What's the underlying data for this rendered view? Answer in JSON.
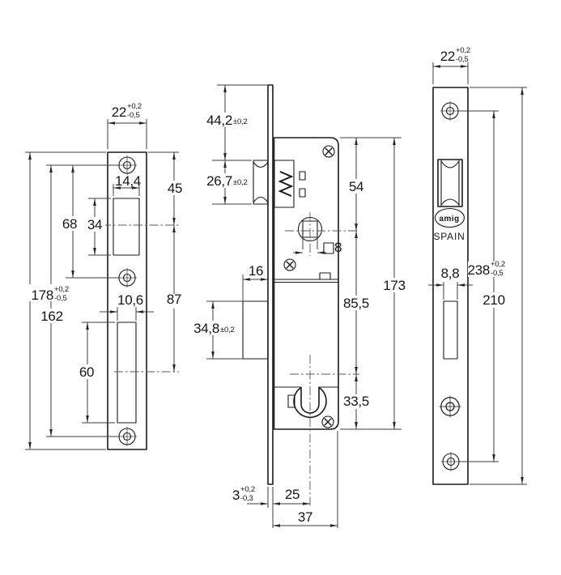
{
  "strike_plate_view": {
    "width": "22",
    "width_tol_plus": "+0,2",
    "width_tol_minus": "-0,5",
    "latch_window_width": "14,4",
    "top_to_latch_axis": "45",
    "upper_screw_spacing": "68",
    "latch_window_height": "34",
    "plate_height": "178",
    "plate_height_tol_plus": "+0,2",
    "plate_height_tol_minus": "-0,5",
    "screw_spacing": "162",
    "deadbolt_window_width": "10,6",
    "latch_axis_to_deadbolt_axis": "87",
    "deadbolt_window_height": "60"
  },
  "lock_case_view": {
    "plate_top_to_latch": "44,2",
    "plate_top_to_latch_tol": "±0,2",
    "latch_height": "26,7",
    "latch_height_tol": "±0,2",
    "case_top_to_follower": "54",
    "follower_square": "8",
    "deadbolt_throw": "16",
    "case_height": "173",
    "follower_to_cylinder": "85,5",
    "deadbolt_height": "34,8",
    "deadbolt_height_tol": "±0,2",
    "cylinder_to_case_bottom": "33,5",
    "faceplate_thickness": "3",
    "faceplate_thickness_tol_plus": "+0,2",
    "faceplate_thickness_tol_minus": "-0,3",
    "backset": "25",
    "case_depth": "37"
  },
  "faceplate_view": {
    "width": "22",
    "width_tol_plus": "+0,2",
    "width_tol_minus": "-0,5",
    "deadbolt_slot_width": "8,8",
    "plate_height": "238",
    "plate_height_tol_plus": "+0,2",
    "plate_height_tol_minus": "-0,5",
    "screw_spacing": "210",
    "brand": "amig",
    "origin": "SPAIN"
  }
}
